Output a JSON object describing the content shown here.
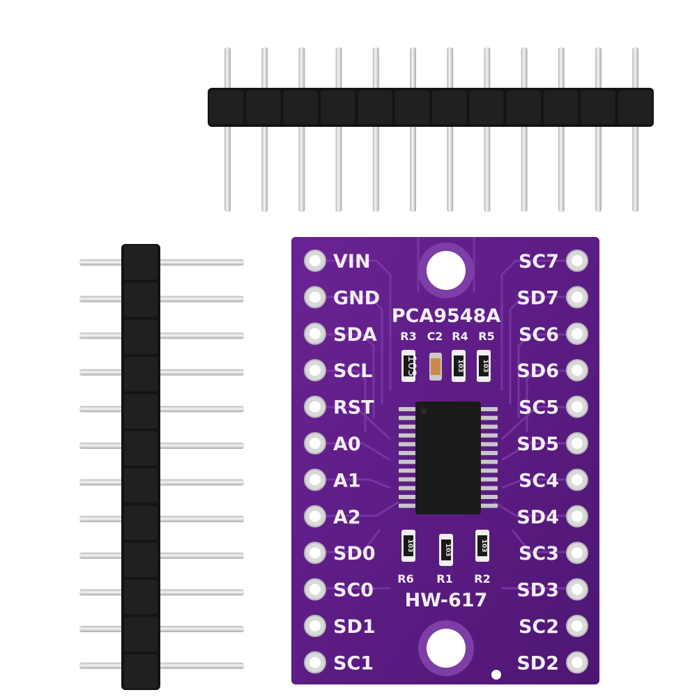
{
  "image": {
    "subject": "PCA9548A I2C multiplexer breakout board with two pin headers",
    "background_color": "#ffffff",
    "board_color": "#5b1c84",
    "header_color": "#111111",
    "pin_color": "#d8d8d8"
  },
  "board": {
    "chip_name": "PCA9548A",
    "model": "HW-617",
    "left_pins": [
      "VIN",
      "GND",
      "SDA",
      "SCL",
      "RST",
      "A0",
      "A1",
      "A2",
      "SD0",
      "SC0",
      "SD1",
      "SC1"
    ],
    "right_pins": [
      "SC7",
      "SD7",
      "SC6",
      "SD6",
      "SC5",
      "SD5",
      "SC4",
      "SD4",
      "SC3",
      "SD3",
      "SC2",
      "SD2"
    ],
    "top_component_labels": [
      "R3",
      "C2",
      "R4",
      "R5"
    ],
    "bottom_component_labels": [
      "R6",
      "R1",
      "R2"
    ],
    "resistor_marking": "103"
  },
  "headers": {
    "horizontal_pin_count": 12,
    "vertical_pin_count": 12
  }
}
